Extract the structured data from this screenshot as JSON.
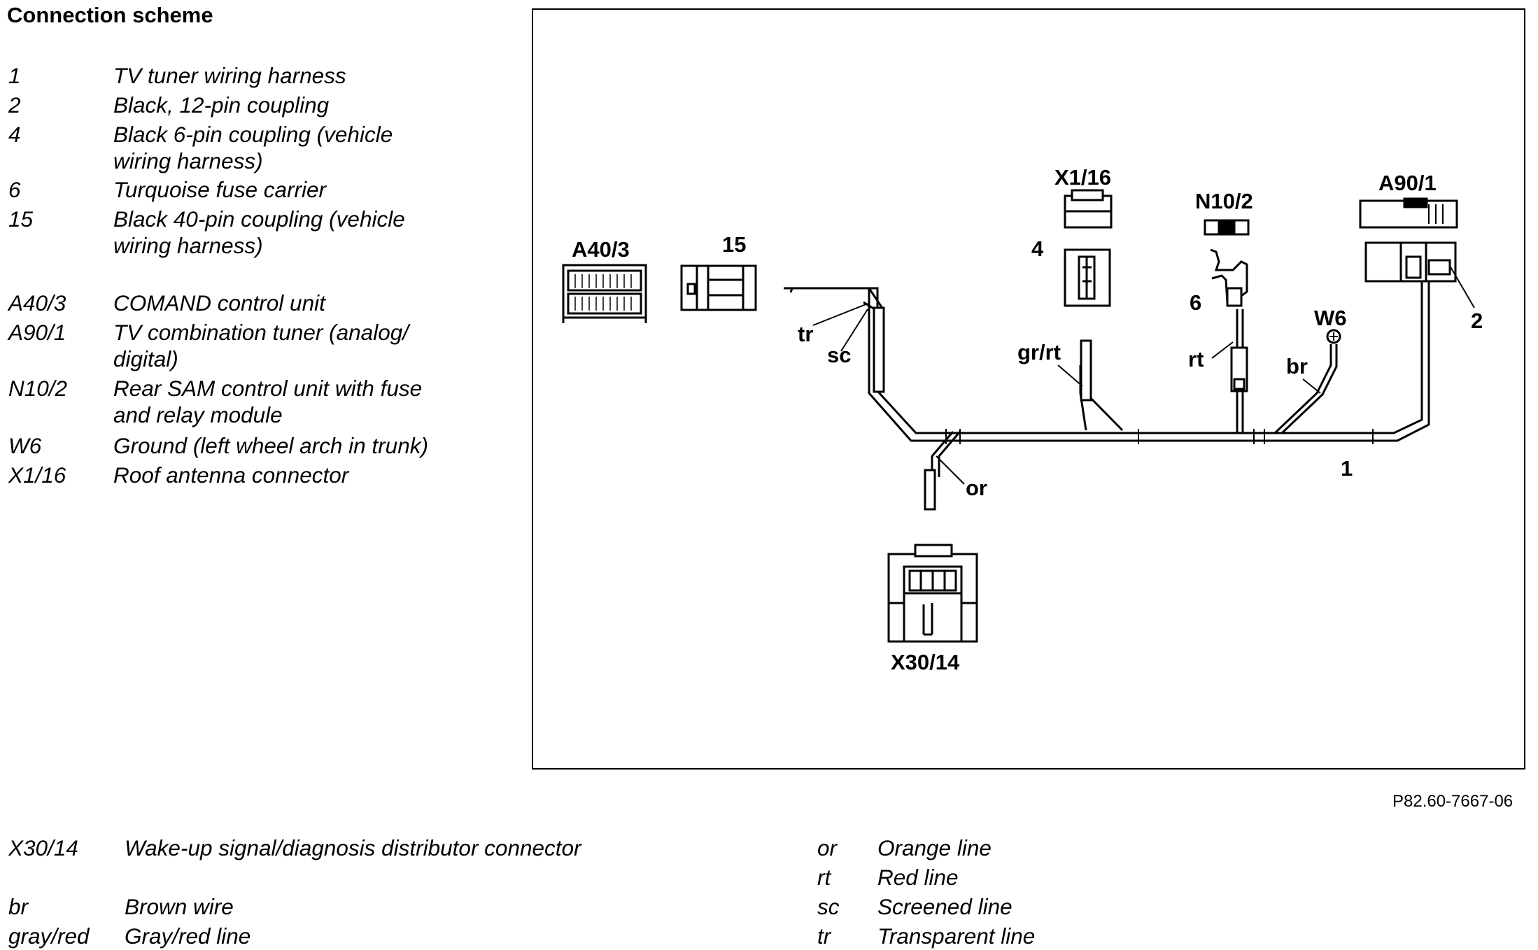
{
  "title": "Connection scheme",
  "legend_top": [
    {
      "code": "1",
      "desc": [
        "TV tuner wiring harness"
      ]
    },
    {
      "code": "2",
      "desc": [
        "Black, 12-pin coupling"
      ]
    },
    {
      "code": "4",
      "desc": [
        "Black 6-pin coupling (vehicle",
        "wiring harness)"
      ]
    },
    {
      "code": "6",
      "desc": [
        "Turquoise fuse carrier"
      ]
    },
    {
      "code": "15",
      "desc": [
        "Black 40-pin coupling (vehicle",
        "wiring harness)"
      ]
    },
    {
      "code": "A40/3",
      "desc": [
        "COMAND control unit"
      ]
    },
    {
      "code": "A90/1",
      "desc": [
        "TV combination tuner (analog/",
        "digital)"
      ]
    },
    {
      "code": "N10/2",
      "desc": [
        "Rear SAM control unit with fuse",
        "and relay module"
      ]
    },
    {
      "code": "W6",
      "desc": [
        "Ground (left wheel arch in trunk)"
      ]
    },
    {
      "code": "X1/16",
      "desc": [
        "Roof antenna connector"
      ]
    }
  ],
  "legend_bottom_left": [
    {
      "code": "X30/14",
      "desc": "Wake-up signal/diagnosis distributor connector"
    },
    {
      "code": "br",
      "desc": "Brown wire"
    },
    {
      "code": "gray/red",
      "desc": "Gray/red line"
    }
  ],
  "legend_bottom_right": [
    {
      "code": "or",
      "desc": "Orange line"
    },
    {
      "code": "rt",
      "desc": "Red line"
    },
    {
      "code": "sc",
      "desc": "Screened line"
    },
    {
      "code": "tr",
      "desc": "Transparent line"
    }
  ],
  "diagram": {
    "labels": {
      "a40_3": "A40/3",
      "n15": "15",
      "x1_16": "X1/16",
      "n4": "4",
      "n10_2": "N10/2",
      "n6": "6",
      "a90_1": "A90/1",
      "n2": "2",
      "w6": "W6",
      "tr": "tr",
      "sc": "sc",
      "gr_rt": "gr/rt",
      "rt": "rt",
      "br": "br",
      "or": "or",
      "n1": "1",
      "x30_14": "X30/14"
    }
  },
  "figure_ref": "P82.60-7667-06"
}
